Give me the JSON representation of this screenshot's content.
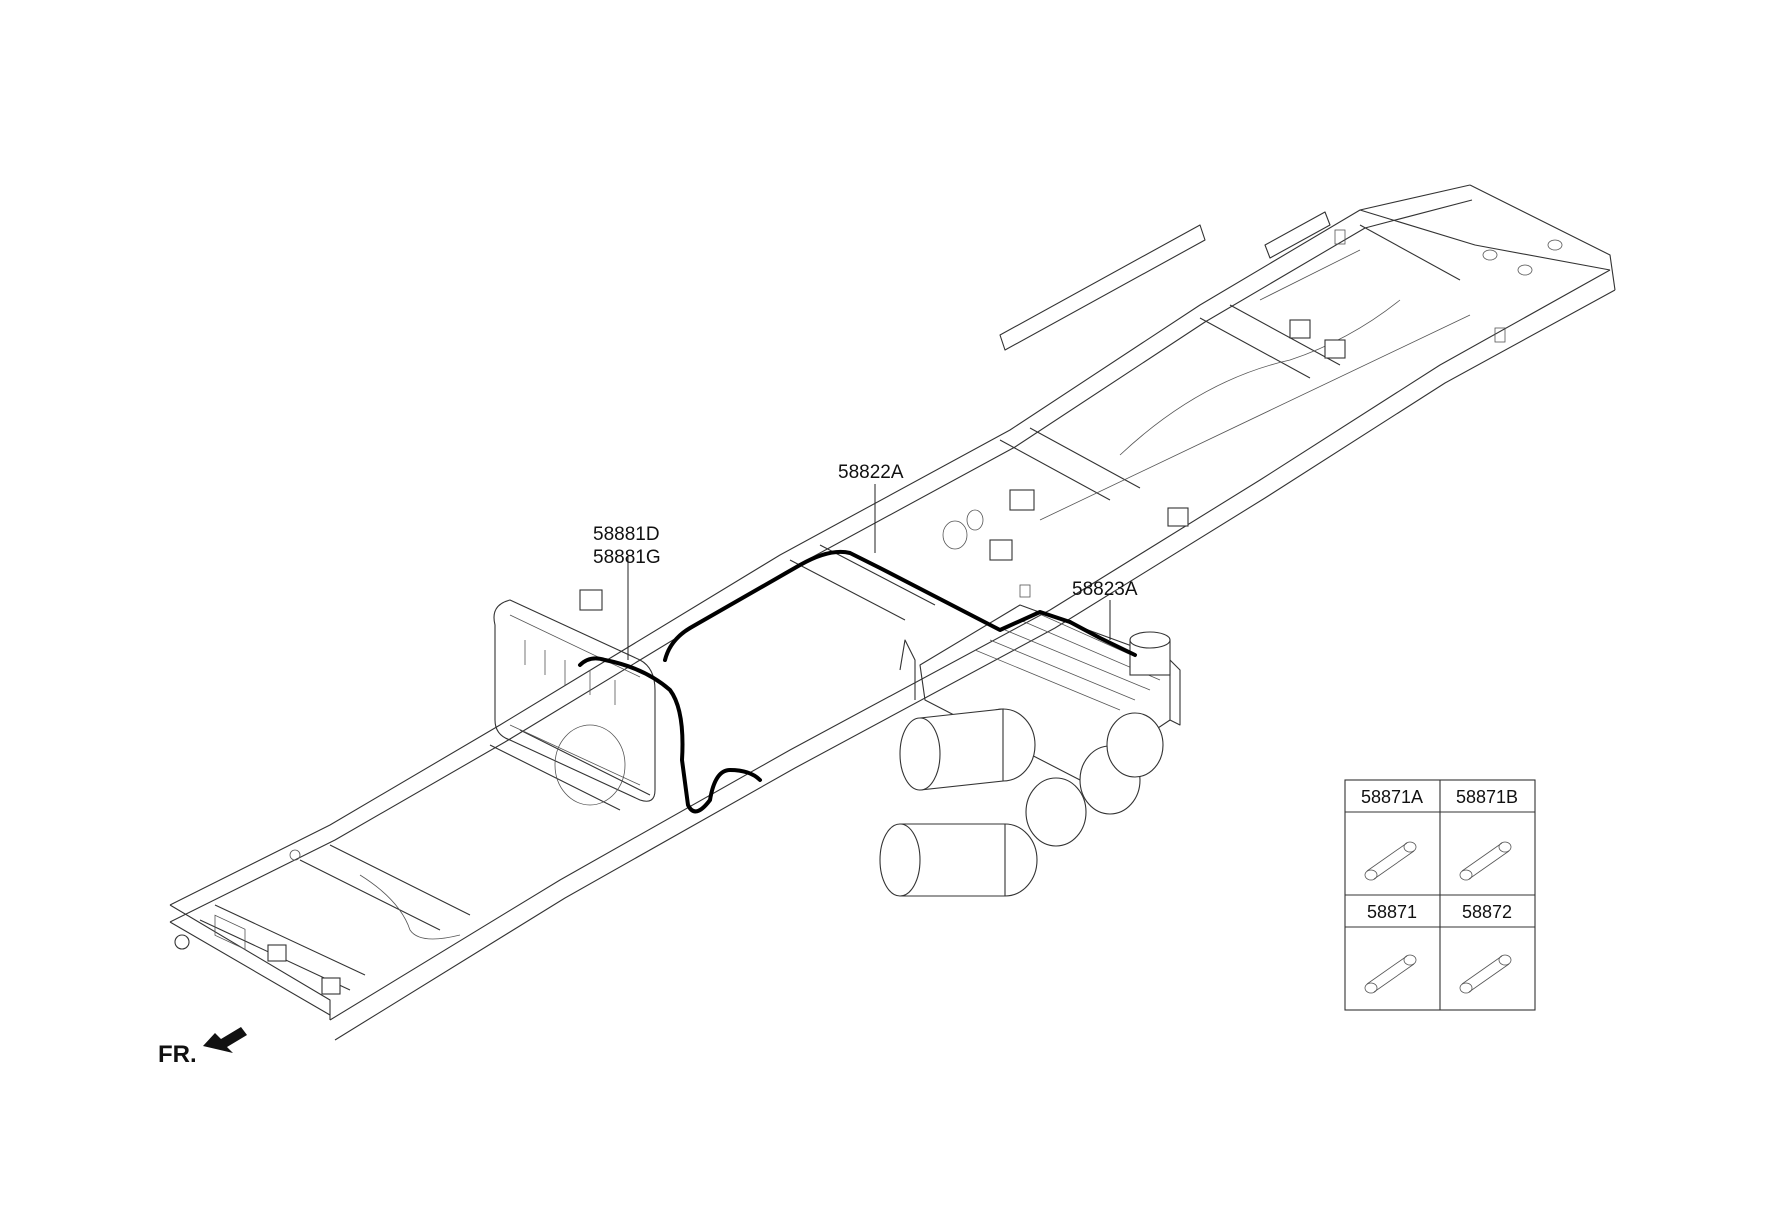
{
  "callouts": {
    "line_58822a": "58822A",
    "line_58881d": "58881D",
    "line_58881g": "58881G",
    "line_58823a": "58823A"
  },
  "front_marker": {
    "label": "FR."
  },
  "parts_table": {
    "cells": [
      {
        "label": "58871A"
      },
      {
        "label": "58871B"
      },
      {
        "label": "58871"
      },
      {
        "label": "58872"
      }
    ]
  }
}
